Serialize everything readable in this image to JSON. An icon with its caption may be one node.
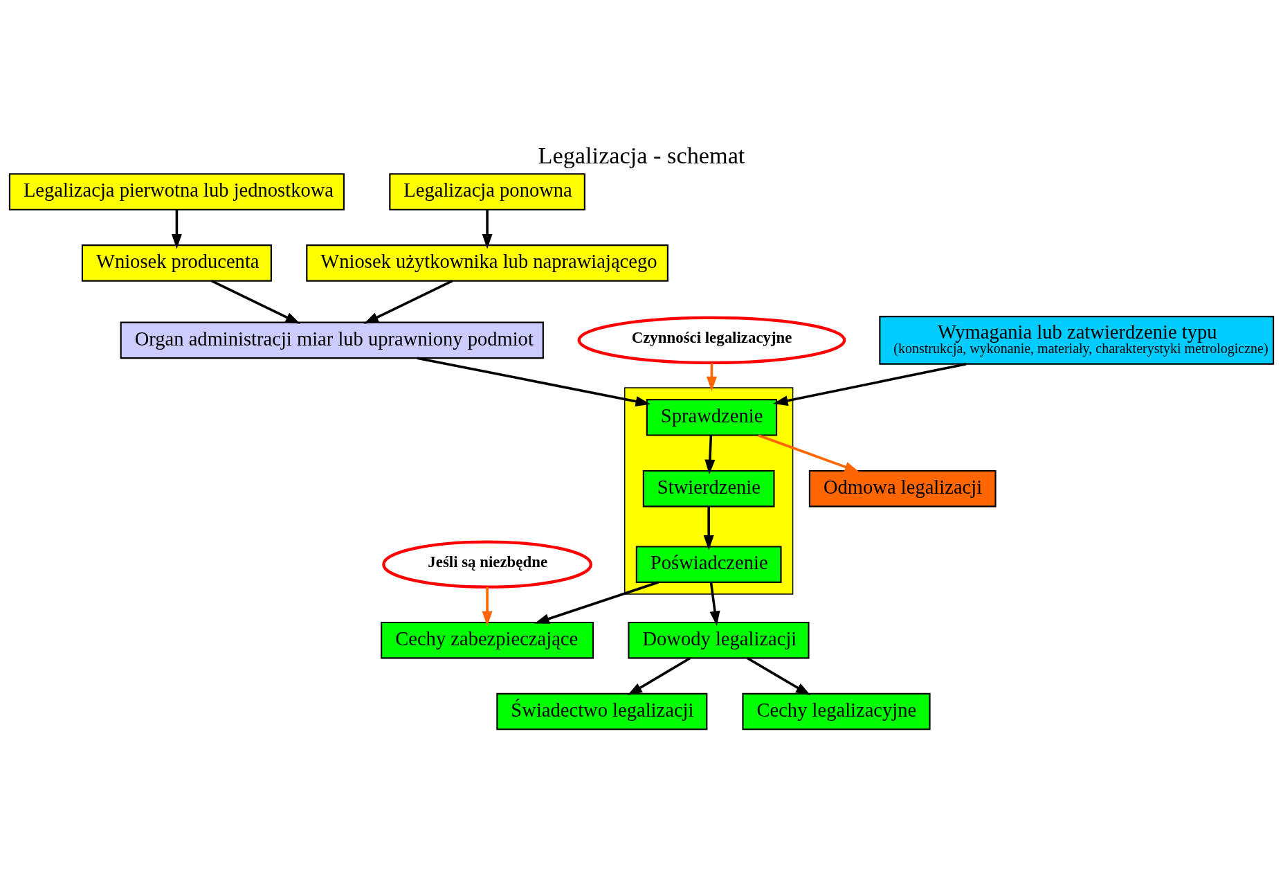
{
  "diagram": {
    "title": "Legalizacja - schemat",
    "nodes": [
      {
        "text": [
          "Legalizacja pierwotna lub jednostkowa"
        ]
      },
      {
        "text": [
          "Wniosek producenta"
        ]
      },
      {
        "text": [
          "Legalizacja ponowna"
        ]
      },
      {
        "text": [
          "Wniosek użytkownika lub naprawiającego"
        ]
      },
      {
        "text": [
          "Organ administracji miar lub uprawniony podmiot"
        ]
      },
      {
        "text": [
          "Czynności legalizacyjne"
        ]
      },
      {
        "text": [],
        "shape": "box"
      },
      {
        "text": [
          "Sprawdzenie"
        ],
        "in": 6
      },
      {
        "text": [
          "Stwierdzenie"
        ],
        "in": 6
      },
      {
        "text": [
          "Poświadczenie"
        ],
        "in": 6
      },
      {
        "text": [
          "Wymagania lub zatwierdzenie typu",
          "(konstrukcja, wykonanie, materiały, charakterystyki metrologiczne)"
        ]
      },
      {
        "text": [
          "Odmowa legalizacji"
        ]
      },
      {
        "text": [
          "Jeśli są niezbędne"
        ]
      },
      {
        "text": [
          "Cechy zabezpieczające"
        ]
      },
      {
        "text": [
          "Dowody legalizacji"
        ]
      },
      {
        "text": [
          "Świadectwo legalizacji"
        ]
      },
      {
        "text": [
          "Cechy legalizacyjne"
        ]
      }
    ],
    "edges": [
      {
        "from": 0,
        "to": 1,
        "arrow": "to"
      },
      {
        "from": 2,
        "to": 3,
        "arrow": "to"
      },
      {
        "from": 1,
        "to": 4,
        "arrow": "to"
      },
      {
        "from": 3,
        "to": 4,
        "arrow": "to"
      },
      {
        "from": 4,
        "to": 7,
        "arrow": "to"
      },
      {
        "from": 5,
        "to": 6,
        "arrow": "to",
        "color": "#ff6600"
      },
      {
        "from": 10,
        "to": 7,
        "arrow": "to"
      },
      {
        "from": 7,
        "to": 11,
        "arrow": "to",
        "color": "#ff6600"
      },
      {
        "from": 7,
        "to": 8,
        "arrow": "to"
      },
      {
        "from": 8,
        "to": 9,
        "arrow": "to"
      },
      {
        "from": 9,
        "to": 13,
        "arrow": "to"
      },
      {
        "from": 9,
        "to": 14,
        "arrow": "to"
      },
      {
        "from": 12,
        "to": 13,
        "arrow": "to",
        "color": "#ff6600"
      },
      {
        "from": 14,
        "to": 15,
        "arrow": "to"
      },
      {
        "from": 14,
        "to": 16,
        "arrow": "to"
      }
    ]
  }
}
